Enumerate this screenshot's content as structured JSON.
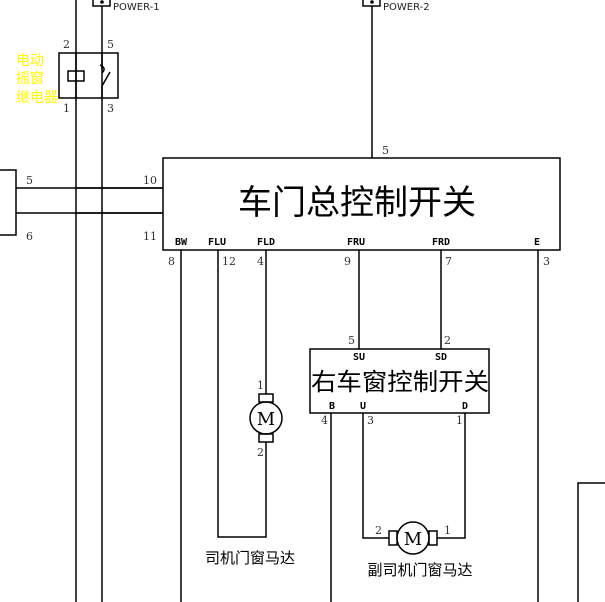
{
  "power": {
    "p1": "POWER-1",
    "p2": "POWER-2"
  },
  "relay": {
    "label_lines": [
      "电动",
      "摇窗",
      "继电器"
    ],
    "pins": {
      "top_left": "2",
      "top_right": "5",
      "bottom_left": "1",
      "bottom_right": "3"
    }
  },
  "left_connector": {
    "pin_top": "5",
    "pin_bottom": "6"
  },
  "main_switch": {
    "title": "车门总控制开关",
    "pin_power": "5",
    "pin_in_top": "10",
    "pin_in_bottom": "11",
    "signals": [
      {
        "name": "BW",
        "pin": "8"
      },
      {
        "name": "FLU",
        "pin": "12"
      },
      {
        "name": "FLD",
        "pin": "4"
      },
      {
        "name": "FRU",
        "pin": "9"
      },
      {
        "name": "FRD",
        "pin": "7"
      },
      {
        "name": "E",
        "pin": "3"
      }
    ]
  },
  "right_switch": {
    "title": "右车窗控制开关",
    "signals_top": [
      {
        "name": "SU",
        "pin": "5"
      },
      {
        "name": "SD",
        "pin": "2"
      }
    ],
    "signals_bottom": [
      {
        "name": "B",
        "pin": "4"
      },
      {
        "name": "U",
        "pin": "3"
      },
      {
        "name": "D",
        "pin": "1"
      }
    ]
  },
  "driver_motor": {
    "label": "司机门窗马达",
    "symbol": "M",
    "pin_top": "1",
    "pin_bottom": "2"
  },
  "passenger_motor": {
    "label": "副司机门窗马达",
    "symbol": "M",
    "pin_left": "2",
    "pin_right": "1"
  }
}
